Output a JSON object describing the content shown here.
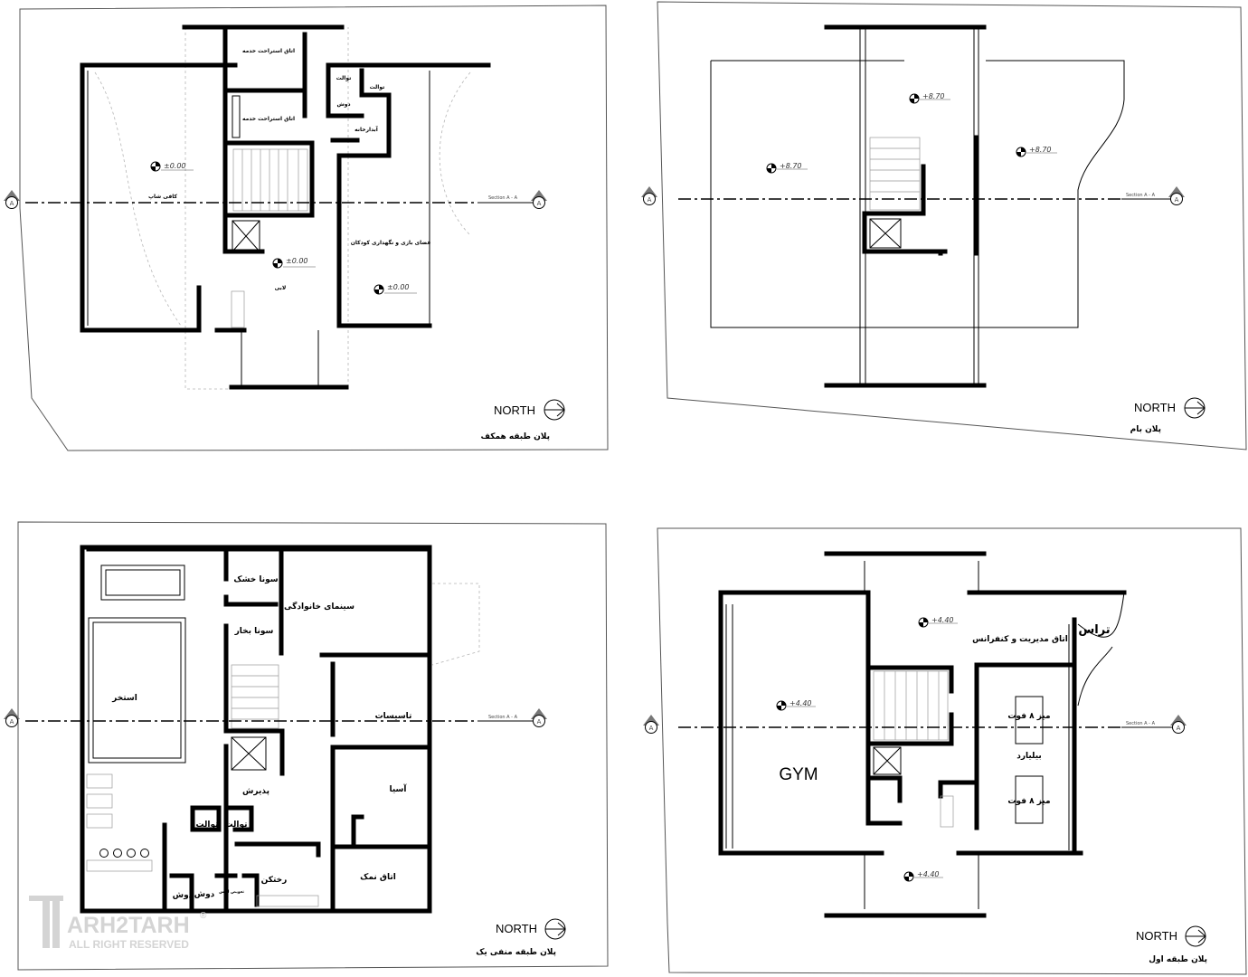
{
  "plans": {
    "ground": {
      "title": "پلان طبقه همکف",
      "rooms": {
        "staff_rest_1": "اتاق استراحت خدمه",
        "staff_rest_2": "اتاق استراحت خدمه",
        "toilet_1": "توالت",
        "toilet_2": "توالت",
        "shower": "دوش",
        "pantry": "آبدارخانه",
        "coffee_shop": "کافی شاپ",
        "kids_area": "فضای بازی و نگهداری کودکان",
        "lobby": "لابی"
      },
      "levels": [
        "±0.00",
        "±0.00",
        "±0.00"
      ]
    },
    "roof": {
      "title": "پلان بام",
      "levels": [
        "+8.70",
        "+8.70",
        "+8.70"
      ]
    },
    "basement": {
      "title": "پلان طبقه منفی یک",
      "rooms": {
        "dry_sauna": "سونا خشک",
        "steam_sauna": "سونا بخار",
        "cinema": "سینمای خانوادگی",
        "pool": "استخر",
        "mechanical": "تاسیسات",
        "mill": "آسیا",
        "reception": "پذیرش",
        "toilet_1": "توالت",
        "toilet_2": "توالت",
        "laundry": "رختکن",
        "salt_room": "اتاق نمک",
        "shower_1": "دوش",
        "shower_2": "دوش",
        "changing": "تعویض لباس"
      }
    },
    "first": {
      "title": "پلان طبقه اول",
      "rooms": {
        "gym": "GYM",
        "terrace": "تراس",
        "management": "اتاق مدیریت و کنفرانس",
        "table_1": "میز ۸ فوت",
        "billiards": "بیلیارد",
        "table_2": "میز ۸ فوت"
      },
      "levels": [
        "+4.40",
        "+4.40",
        "+4.40"
      ]
    }
  },
  "north_label": "NORTH",
  "section_marker": "A",
  "section_label": "Section A - A",
  "watermark": {
    "brand": "ARH2TARH",
    "rights": "ALL RIGHT RESERVED",
    "registered": "®"
  }
}
